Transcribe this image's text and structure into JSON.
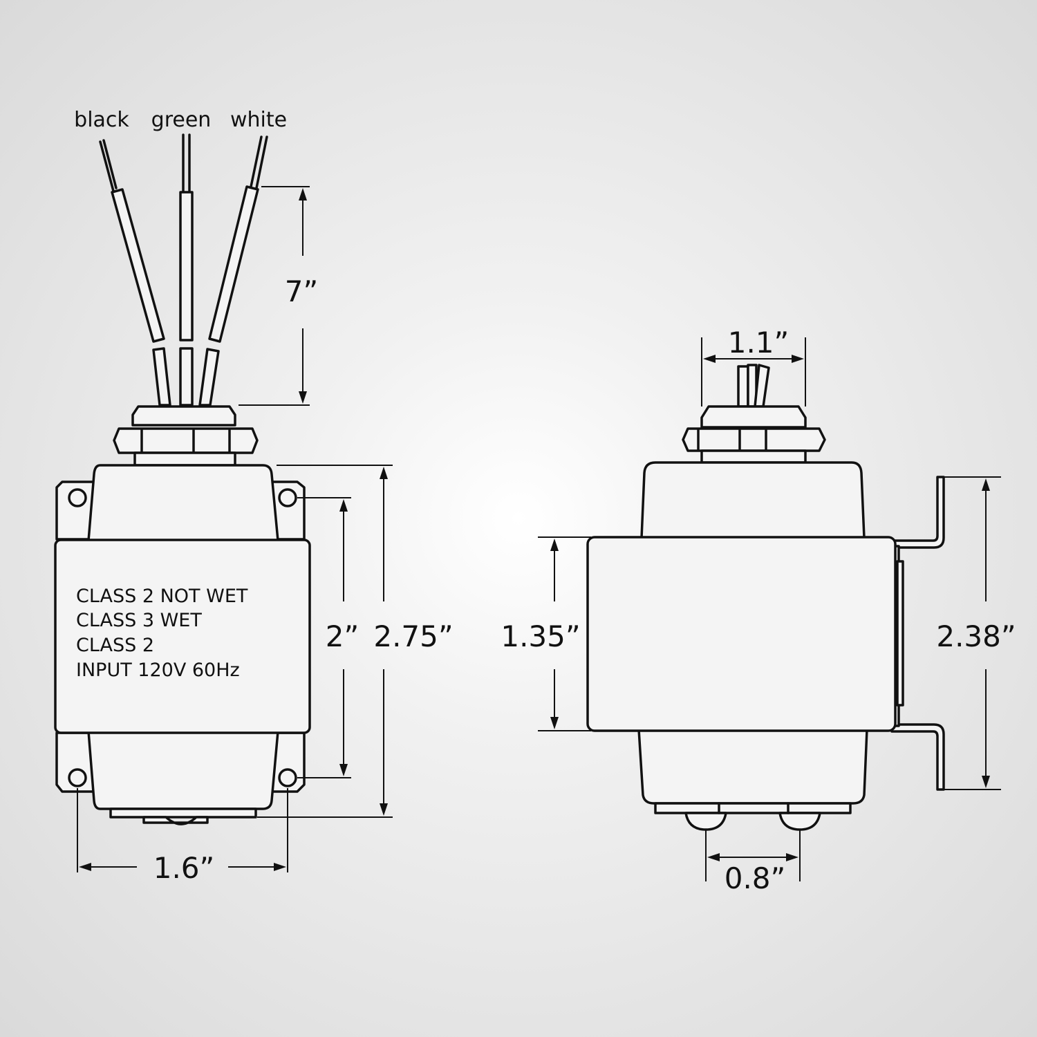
{
  "wires": {
    "black": "black",
    "green": "green",
    "white": "white"
  },
  "label_lines": [
    "CLASS 2 NOT WET",
    "CLASS 3 WET",
    "CLASS 2",
    "INPUT 120V 60Hz"
  ],
  "dimensions": {
    "wire_length": "7”",
    "mount_hole_spacing": "2”",
    "overall_height": "2.75”",
    "width": "1.6”",
    "fitting_width": "1.1”",
    "core_height": "1.35”",
    "bracket_height": "2.38”",
    "terminal_spacing": "0.8”"
  }
}
